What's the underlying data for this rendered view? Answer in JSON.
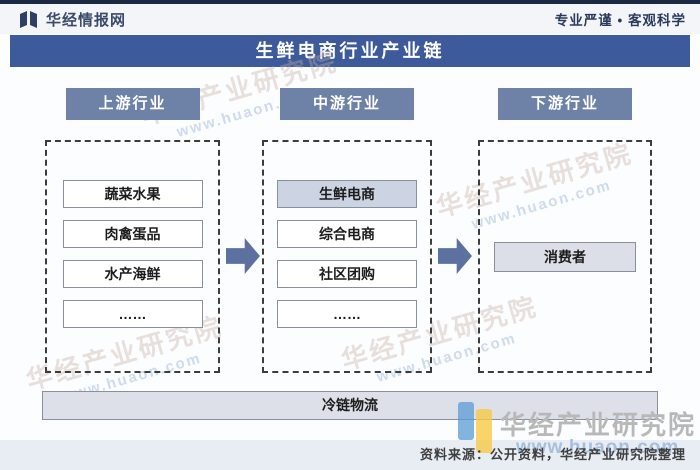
{
  "header": {
    "logo_text": "华经情报网",
    "slogan": "专业严谨 • 客观科学"
  },
  "title": "生鲜电商行业产业链",
  "diagram": {
    "upstream": {
      "header": "上游行业",
      "items": [
        "蔬菜水果",
        "肉禽蛋品",
        "水产海鲜",
        "……"
      ]
    },
    "midstream": {
      "header": "中游行业",
      "items": [
        "生鲜电商",
        "综合电商",
        "社区团购",
        "……"
      ],
      "highlighted_item": "生鲜电商"
    },
    "downstream": {
      "header": "下游行业",
      "items": [
        "消费者"
      ]
    },
    "logistics_bar": "冷链物流"
  },
  "watermark": {
    "brand": "华经产业研究院",
    "url": "www.huaon.com"
  },
  "footer": {
    "source_note": "资料来源：公开资料，华经产业研究院整理"
  },
  "colors": {
    "banner_blue": "#3d5a9b",
    "column_header_slate": "#6e81a7",
    "arrow_blue": "#5d71a0",
    "highlight_fill": "#ccd4e3",
    "gray_fill": "#dde0e8",
    "navy_text": "#2b3a5c",
    "footer_bar": "#e8ecf3",
    "logo_blue_bar": "#5b9bd5",
    "logo_yellow_bar": "#f6c945"
  }
}
